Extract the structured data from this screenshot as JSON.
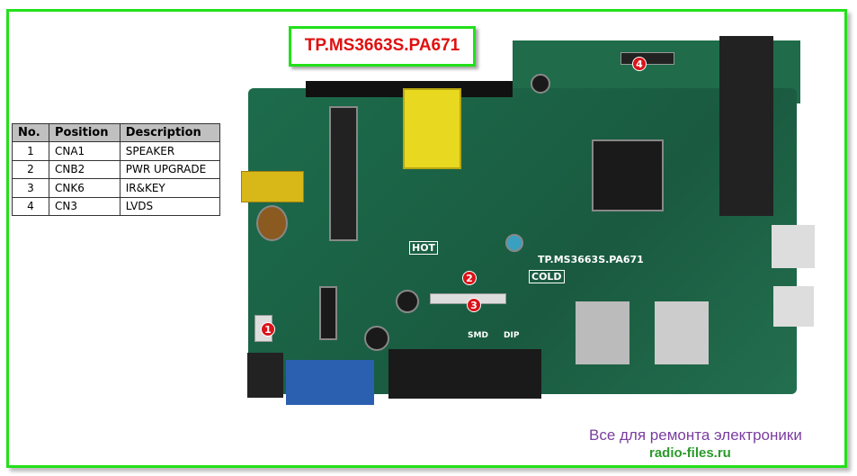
{
  "title": "TP.MS3663S.PA671",
  "table": {
    "headers": [
      "No.",
      "Position",
      "Description"
    ],
    "rows": [
      {
        "no": "1",
        "position": "CNA1",
        "description": "SPEAKER"
      },
      {
        "no": "2",
        "position": "CNB2",
        "description": "PWR UPGRADE"
      },
      {
        "no": "3",
        "position": "CNK6",
        "description": "IR&KEY"
      },
      {
        "no": "4",
        "position": "CN3",
        "description": "LVDS"
      }
    ]
  },
  "board": {
    "silk_model": "TP.MS3663S.PA671",
    "hot": "HOT",
    "cold": "COLD",
    "smd": "SMD",
    "dip": "DIP",
    "markers": [
      "1",
      "2",
      "3",
      "4"
    ]
  },
  "watermark": {
    "text": "Все для ремонта электроники",
    "site": "radio-files.ru"
  }
}
